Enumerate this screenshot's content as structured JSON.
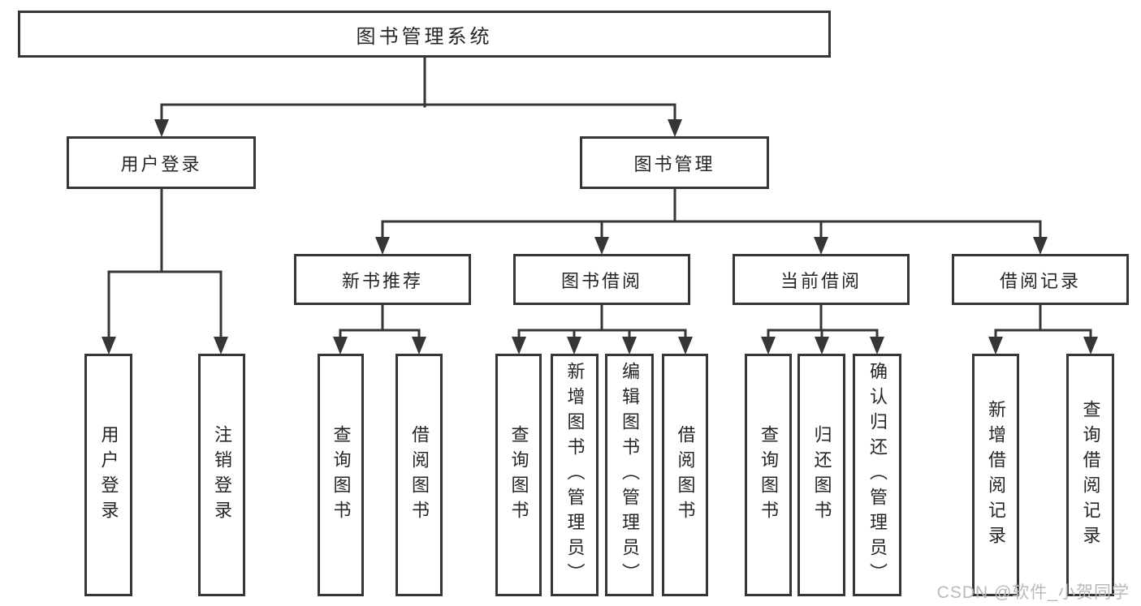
{
  "nodes": {
    "root": "图书管理系统",
    "user_login": "用户登录",
    "book_mgmt": "图书管理",
    "new_book_rec": "新书推荐",
    "book_borrow": "图书借阅",
    "current_borrow": "当前借阅",
    "borrow_record": "借阅记录",
    "leaves": {
      "user_login": [
        "用户登录",
        "注销登录"
      ],
      "new_book_rec": [
        "查询图书",
        "借阅图书"
      ],
      "book_borrow": [
        "查询图书",
        "新增图书（管理员）",
        "编辑图书（管理员）",
        "借阅图书"
      ],
      "current_borrow": [
        "查询图书",
        "归还图书",
        "确认归还（管理员）"
      ],
      "borrow_record": [
        "新增借阅记录",
        "查询借阅记录"
      ]
    }
  },
  "watermark": "CSDN @软件_小贺同学",
  "colors": {
    "line": "#363636",
    "text": "#262626",
    "watermark": "#b9b9b9",
    "background": "#ffffff"
  }
}
